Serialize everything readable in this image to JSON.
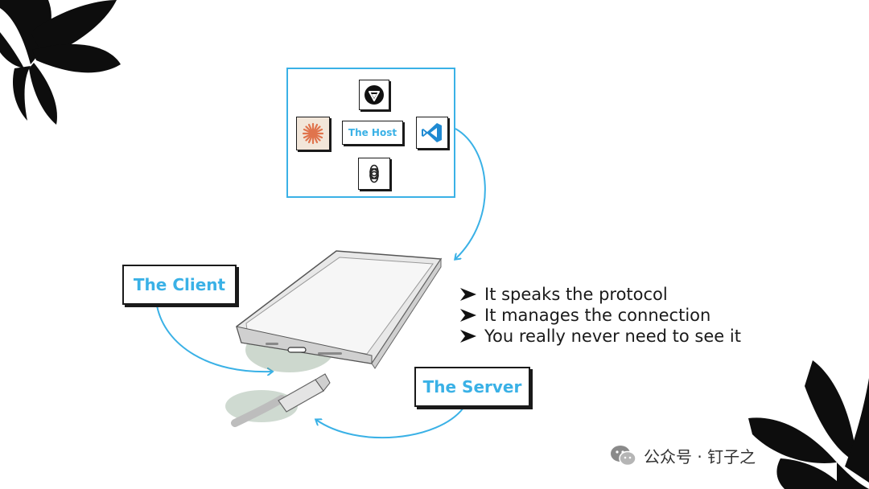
{
  "host": {
    "label": "The Host",
    "apps": [
      {
        "name": "cursor-icon"
      },
      {
        "name": "claude-icon"
      },
      {
        "name": "vscode-icon"
      },
      {
        "name": "openai-icon"
      }
    ]
  },
  "client": {
    "label": "The Client"
  },
  "server": {
    "label": "The Server"
  },
  "bullets": [
    "It speaks the protocol",
    "It manages the connection",
    "You really never need to see it"
  ],
  "watermark": {
    "text": "公众号 · 钉子之"
  },
  "colors": {
    "accent": "#3ab1e6",
    "ink": "#1a1a1a",
    "claude": "#e0744d",
    "claude_bg": "#f2e6d9",
    "vscode": "#1f8ad2"
  }
}
